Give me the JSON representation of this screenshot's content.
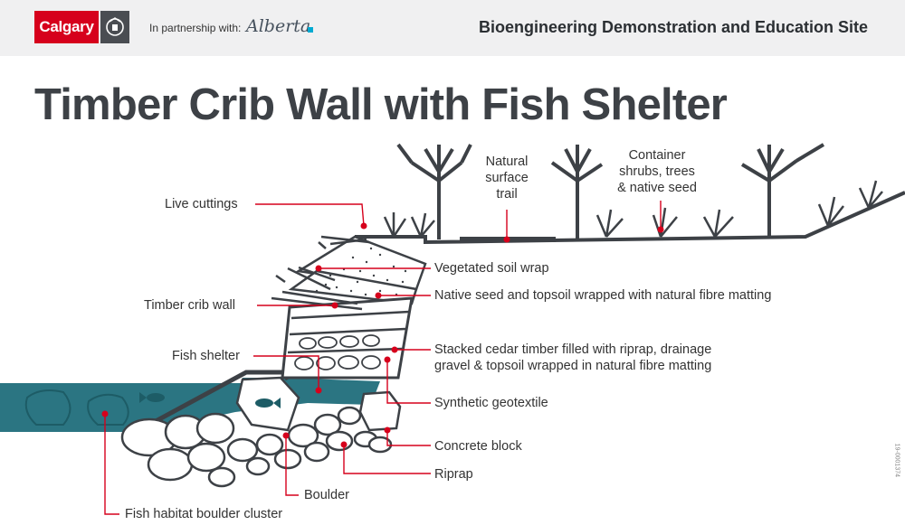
{
  "header": {
    "logo_text": "Calgary",
    "partnership_text": "In partnership with:",
    "partner_logo": "Alberta",
    "site_title": "Bioengineering Demonstration and Education Site"
  },
  "title": "Timber Crib Wall with Fish Shelter",
  "labels": {
    "natural_trail": "Natural\nsurface\ntrail",
    "container_shrubs": "Container\nshrubs, trees\n& native seed",
    "live_cuttings": "Live cuttings",
    "vegetated_soil_wrap": "Vegetated soil wrap",
    "native_seed": "Native seed and topsoil wrapped with natural fibre matting",
    "timber_crib_wall": "Timber crib wall",
    "stacked_cedar": "Stacked cedar timber filled with riprap, drainage\ngravel & topsoil wrapped in natural fibre matting",
    "fish_shelter": "Fish shelter",
    "synthetic_geotextile": "Synthetic geotextile",
    "concrete_block": "Concrete block",
    "riprap": "Riprap",
    "boulder": "Boulder",
    "fish_habitat": "Fish habitat boulder cluster"
  },
  "doc_code": "19-0001374",
  "colors": {
    "accent_red": "#d6001c",
    "water": "#2b7582",
    "dark": "#3d4146"
  }
}
